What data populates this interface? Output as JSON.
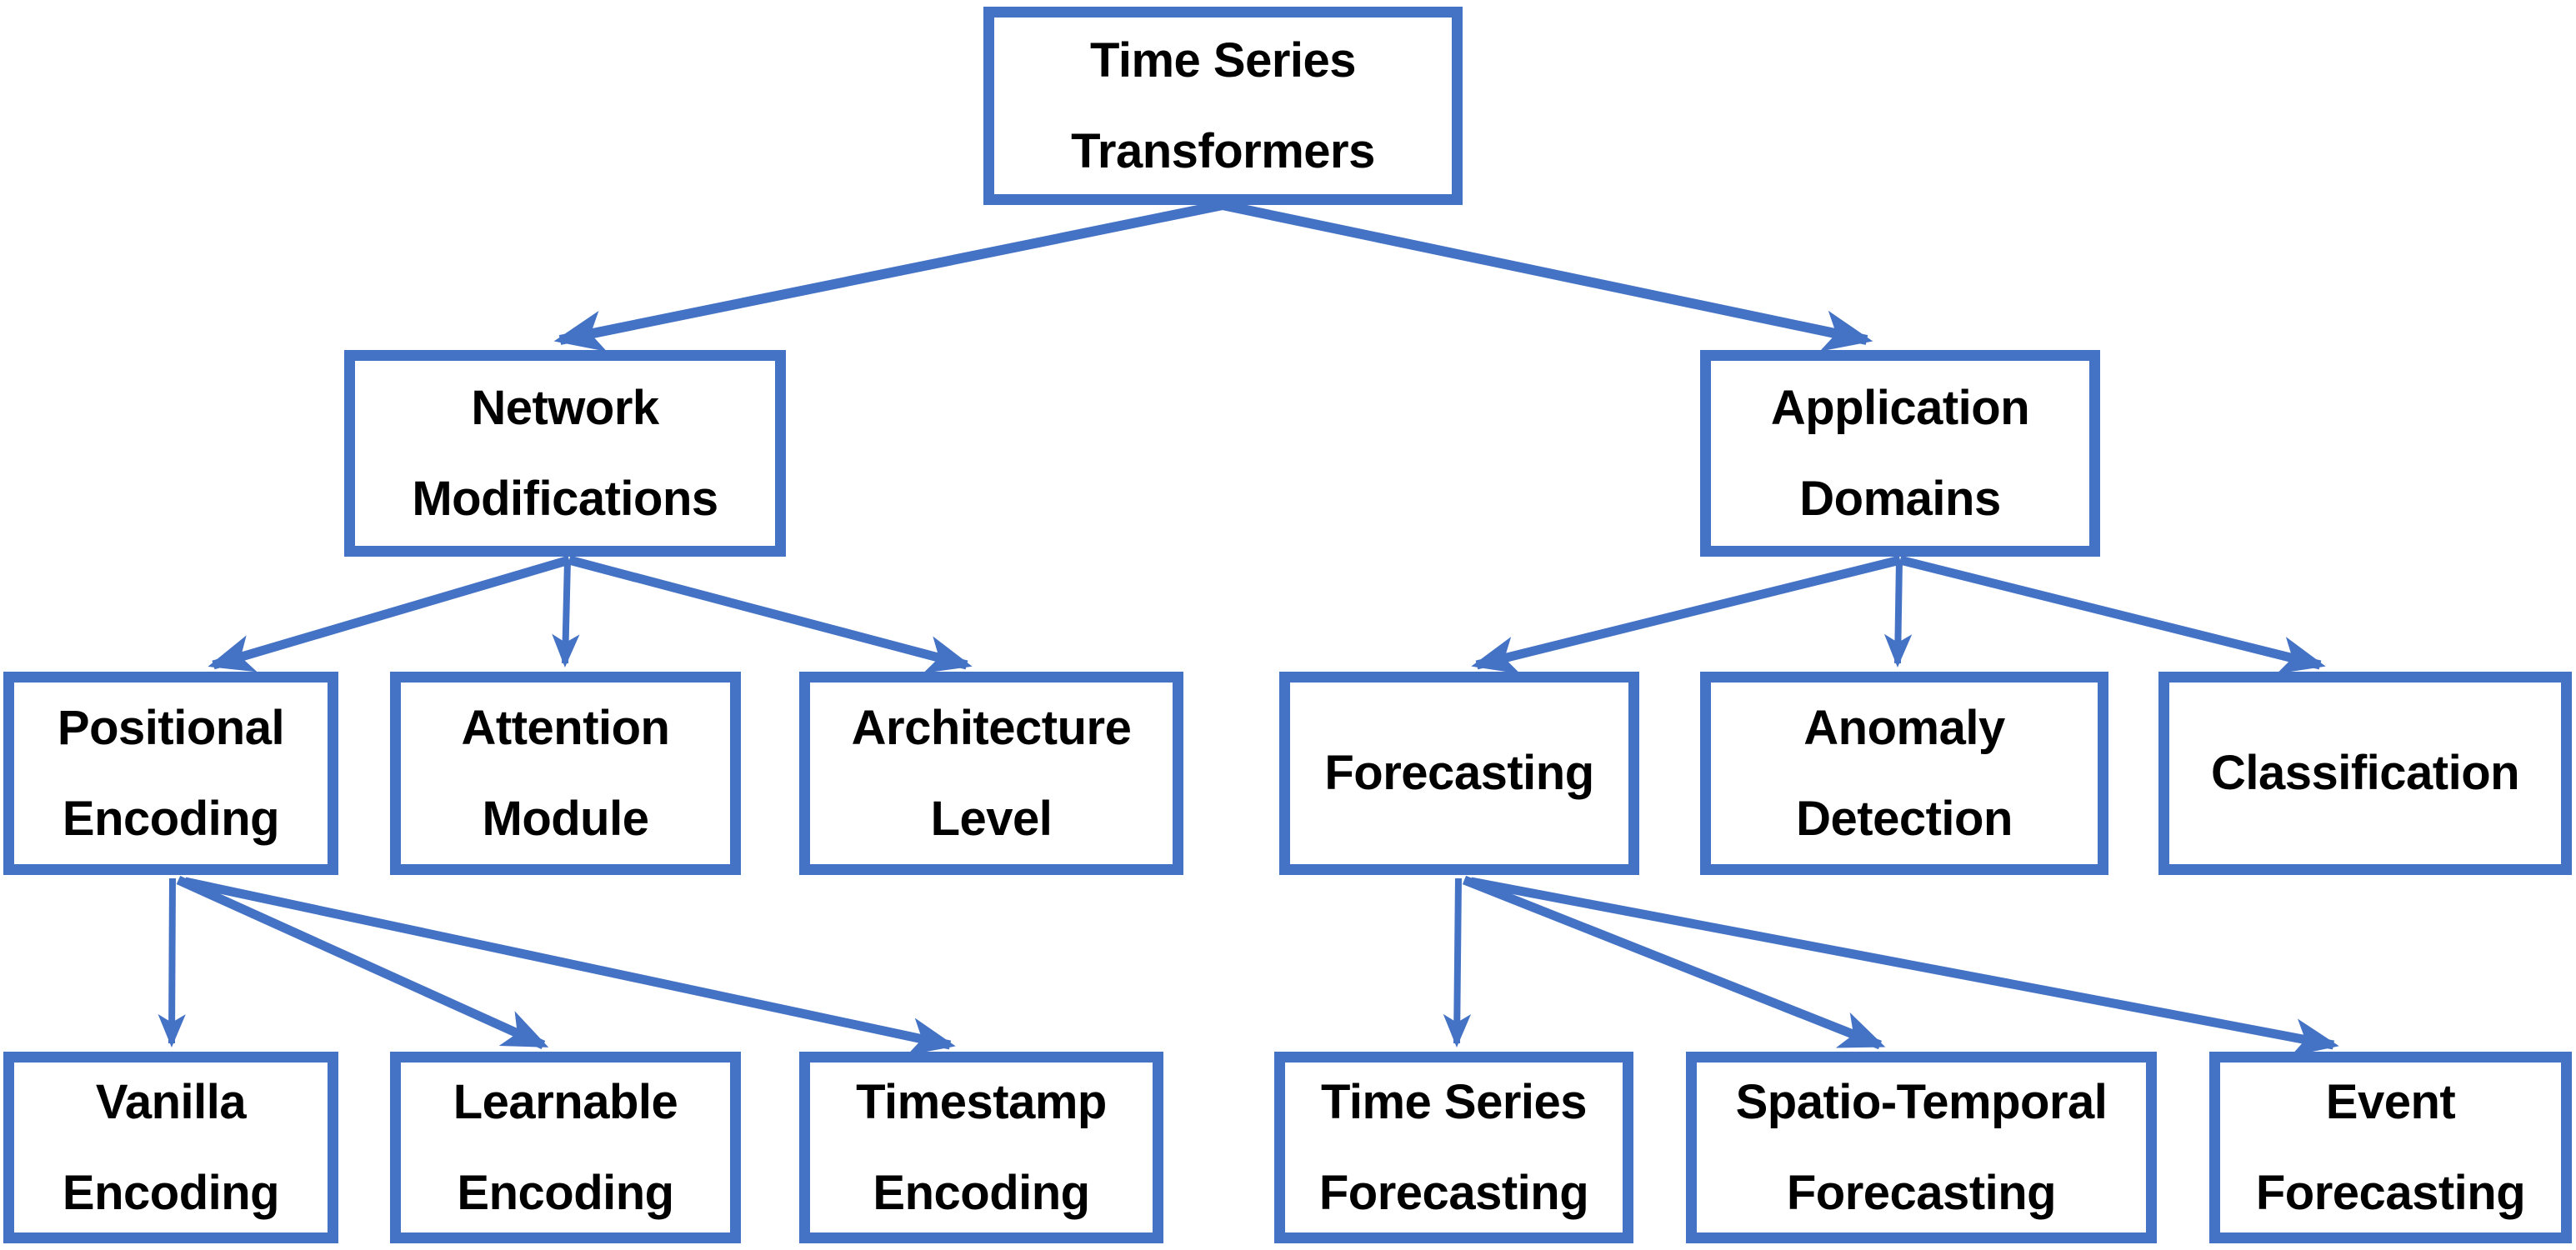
{
  "colors": {
    "accent_blue": "#4472C4",
    "text": "#000000",
    "background": "#FFFFFF"
  },
  "nodes": {
    "root": {
      "label": "Time Series\nTransformers"
    },
    "network": {
      "label": "Network\nModifications"
    },
    "application": {
      "label": "Application\nDomains"
    },
    "positional": {
      "label": "Positional\nEncoding"
    },
    "attention": {
      "label": "Attention\nModule"
    },
    "architecture": {
      "label": "Architecture\nLevel"
    },
    "forecasting": {
      "label": "Forecasting"
    },
    "anomaly": {
      "label": "Anomaly\nDetection"
    },
    "classification": {
      "label": "Classification"
    },
    "vanilla": {
      "label": "Vanilla\nEncoding"
    },
    "learnable": {
      "label": "Learnable\nEncoding"
    },
    "timestamp": {
      "label": "Timestamp\nEncoding"
    },
    "tsforecasting": {
      "label": "Time Series\nForecasting"
    },
    "spatiotemporal": {
      "label": "Spatio-Temporal\nForecasting"
    },
    "event": {
      "label": "Event\nForecasting"
    }
  },
  "edges": [
    {
      "from": "root",
      "to": "network"
    },
    {
      "from": "root",
      "to": "application"
    },
    {
      "from": "network",
      "to": "positional"
    },
    {
      "from": "network",
      "to": "attention"
    },
    {
      "from": "network",
      "to": "architecture"
    },
    {
      "from": "application",
      "to": "forecasting"
    },
    {
      "from": "application",
      "to": "anomaly"
    },
    {
      "from": "application",
      "to": "classification"
    },
    {
      "from": "positional",
      "to": "vanilla"
    },
    {
      "from": "positional",
      "to": "learnable"
    },
    {
      "from": "positional",
      "to": "timestamp"
    },
    {
      "from": "forecasting",
      "to": "tsforecasting"
    },
    {
      "from": "forecasting",
      "to": "spatiotemporal"
    },
    {
      "from": "forecasting",
      "to": "event"
    }
  ]
}
